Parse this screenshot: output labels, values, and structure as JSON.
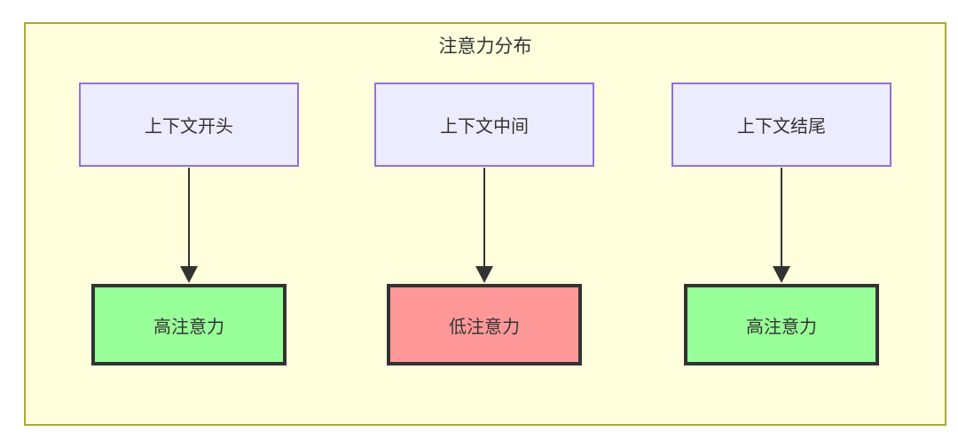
{
  "diagram": {
    "title": "注意力分布",
    "columns": [
      {
        "source": "上下文开头",
        "result": "高注意力",
        "level": "high"
      },
      {
        "source": "上下文中间",
        "result": "低注意力",
        "level": "low"
      },
      {
        "source": "上下文结尾",
        "result": "高注意力",
        "level": "high"
      }
    ],
    "colors": {
      "frame_fill": "#ffffde",
      "frame_border": "#aaaa33",
      "source_fill": "#ececff",
      "source_border": "#9370db",
      "high_attention_fill": "#99ff99",
      "low_attention_fill": "#ff9999",
      "result_border": "#333333",
      "arrow": "#333333",
      "text": "#333333"
    }
  }
}
